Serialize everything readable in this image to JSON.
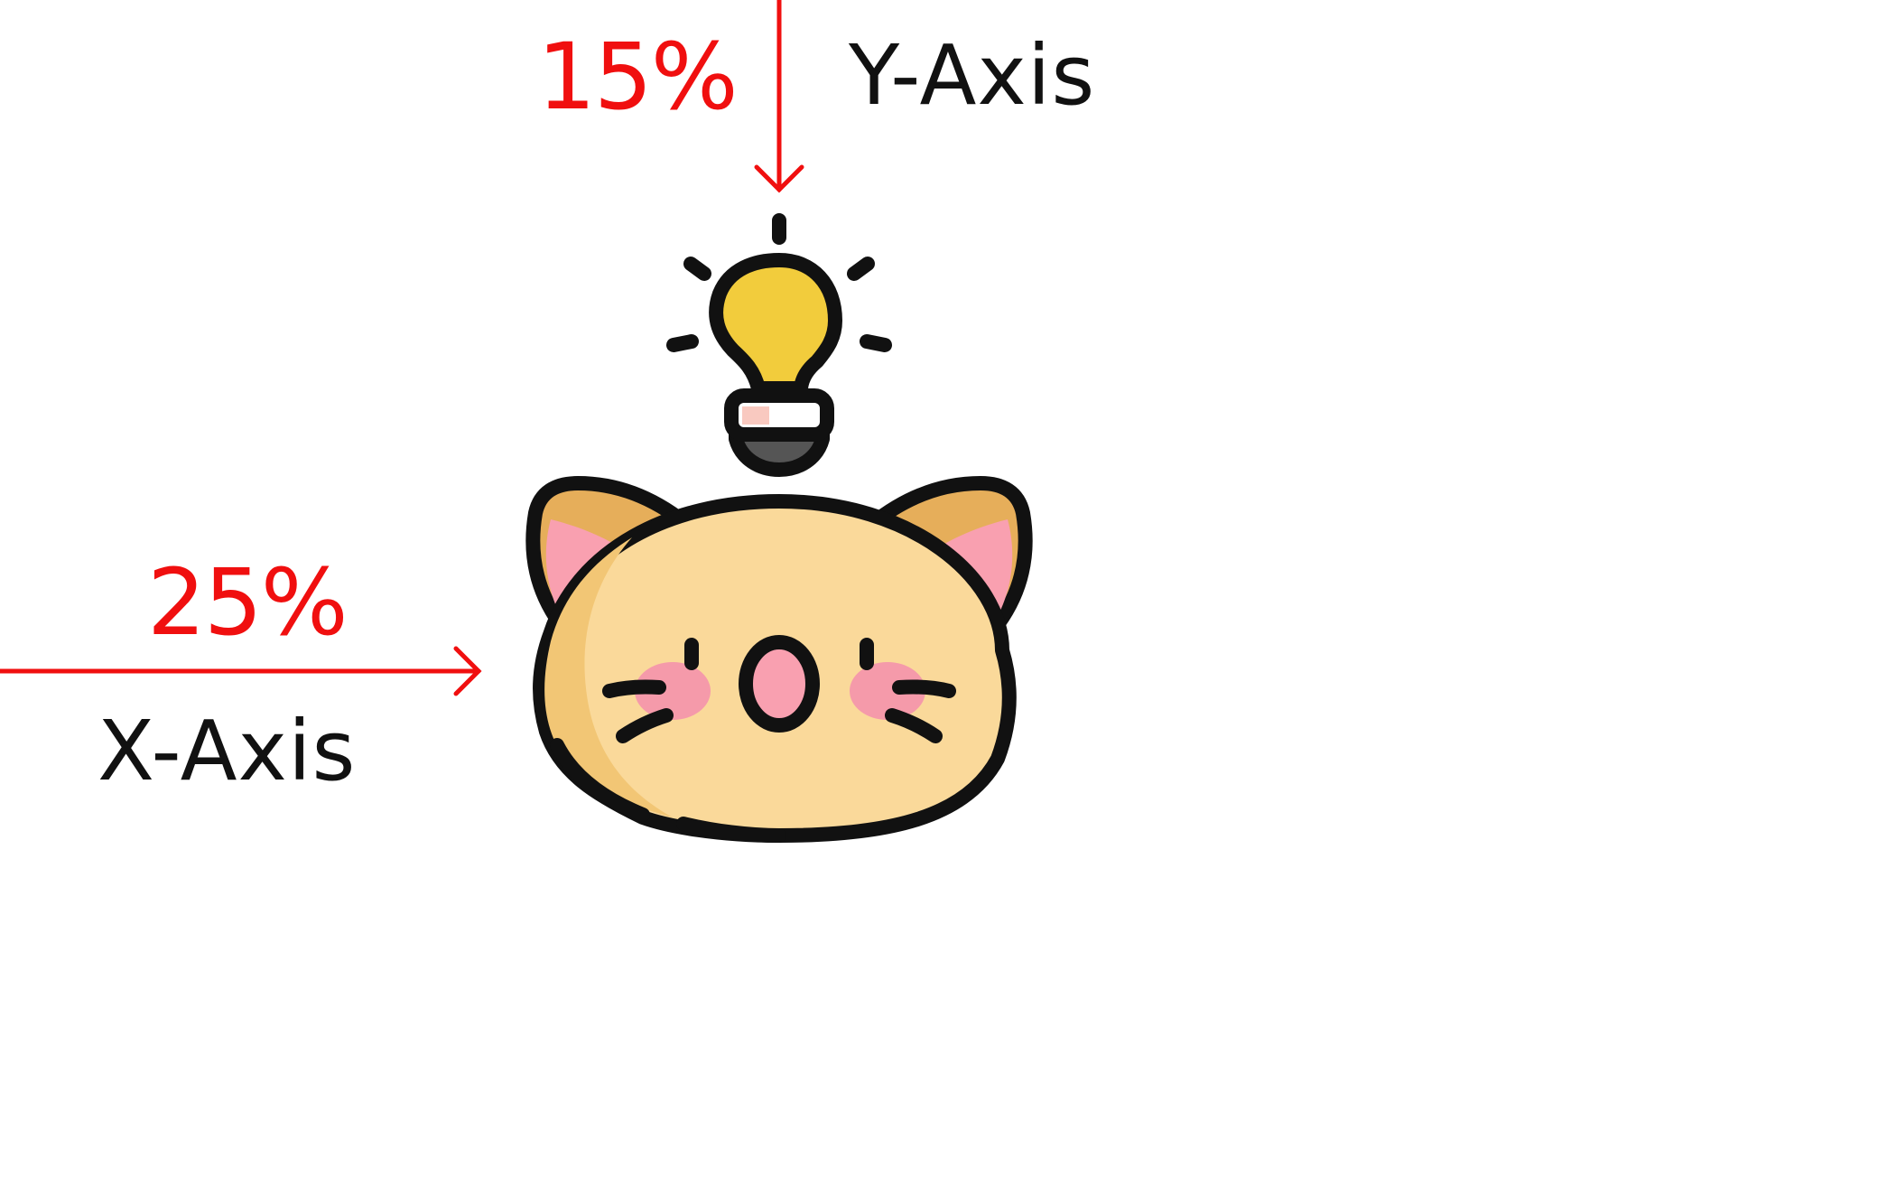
{
  "y_axis": {
    "percent": "15%",
    "name": "Y-Axis"
  },
  "x_axis": {
    "percent": "25%",
    "name": "X-Axis"
  },
  "colors": {
    "arrow": "#f00f0f",
    "outline": "#111111",
    "cat_fur": "#fad99a",
    "cat_shadow": "#f2c675",
    "ear_inner": "#f9a0b0",
    "ear_back": "#e6ae5a",
    "blush": "#f59aaa",
    "bulb": "#f2cc3c"
  },
  "icons": {
    "character": "cat-head-icon",
    "idea": "lightbulb-icon"
  }
}
